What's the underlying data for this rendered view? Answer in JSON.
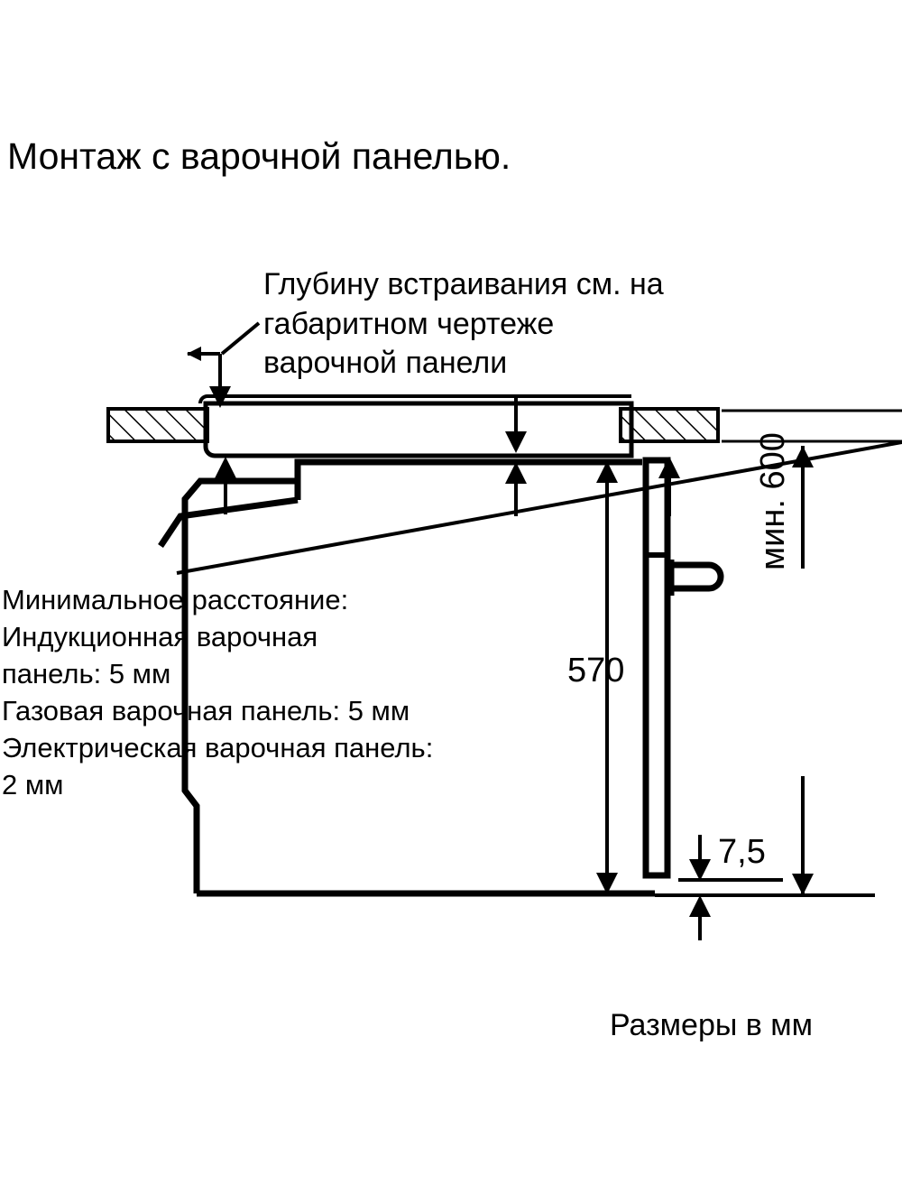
{
  "document": {
    "title": "Монтаж с варочной панелью.",
    "units_note": "Размеры в мм"
  },
  "annotations": {
    "hob_depth_note": "Глубину встраивания см. на\nгабаритном чертеже\nварочной панели",
    "min_distance_note": "Минимальное расстояние:\nИндукционная варочная\nпанель: 5 мм\nГазовая варочная панель: 5 мм\nЭлектрическая варочная панель:\n2 мм"
  },
  "dimensions": {
    "oven_height": "570",
    "plinth_gap": "7,5",
    "niche_height": "мин. 600"
  },
  "chart_data": {
    "type": "diagram",
    "title": "Монтаж с варочной панелью.",
    "subject": "Built-in oven installation under a hob — side section view",
    "labels": [
      {
        "name": "hob_depth_note",
        "text": "Глубину встраивания см. на габаритном чертеже варочной панели",
        "points_to": "hob-top-surface"
      },
      {
        "name": "min_distance_note",
        "text": "Минимальное расстояние: Индукционная варочная панель: 5 мм; Газовая варочная панель: 5 мм; Электрическая варочная панель: 2 мм",
        "points_to": "gap-between-hob-and-oven"
      }
    ],
    "measurements": [
      {
        "label": "570",
        "unit": "мм",
        "orientation": "vertical",
        "描": "oven body height"
      },
      {
        "label": "7,5",
        "unit": "мм",
        "orientation": "vertical",
        "描": "gap below oven"
      },
      {
        "label": "мин. 600",
        "unit": "мм",
        "orientation": "vertical",
        "描": "minimum niche height"
      }
    ],
    "units": "мм"
  },
  "colors": {
    "line": "#000000",
    "background": "#ffffff"
  }
}
